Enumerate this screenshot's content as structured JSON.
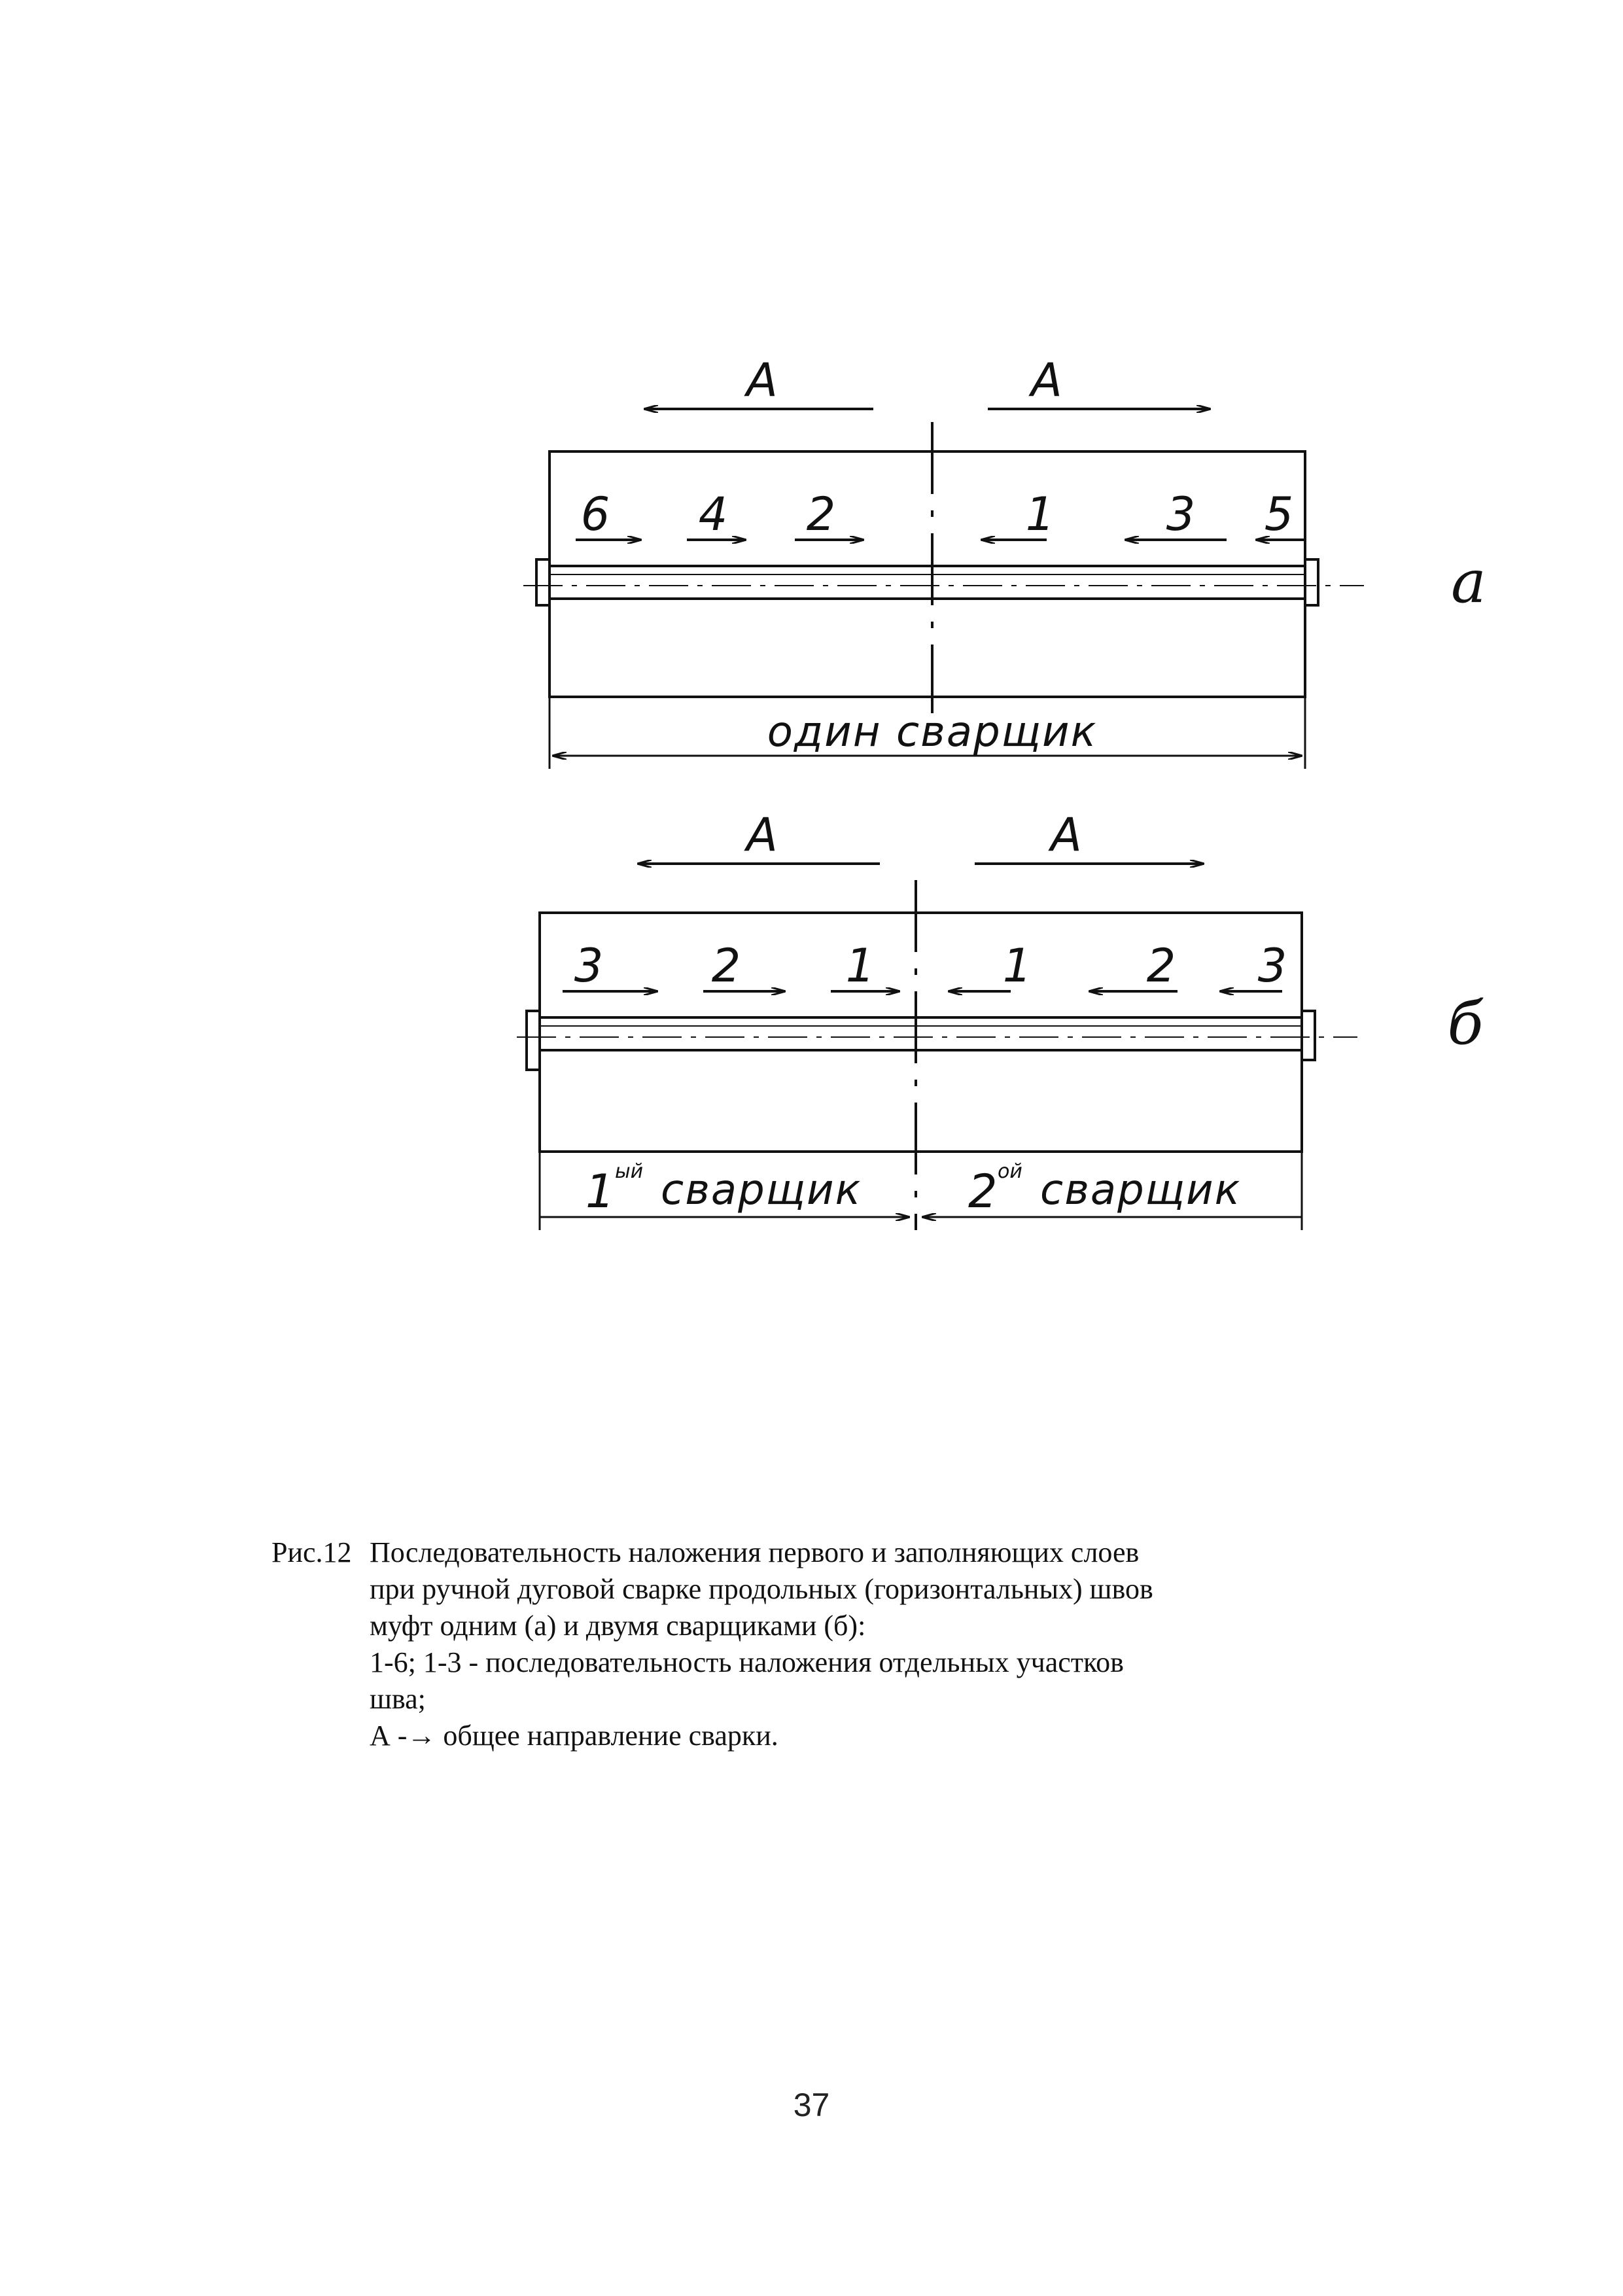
{
  "figure_a": {
    "direction_labels": [
      "A",
      "A"
    ],
    "seam_numbers": [
      "6",
      "4",
      "2",
      "1",
      "3",
      "5"
    ],
    "welder_label": "один сварщик",
    "tag": "а"
  },
  "figure_b": {
    "direction_labels": [
      "A",
      "A"
    ],
    "seam_numbers": [
      "3",
      "2",
      "1",
      "1",
      "2",
      "3"
    ],
    "welder1_label": "1ый сварщик",
    "welder1_num": "1",
    "welder1_sup": "ый",
    "welder1_text": "сварщик",
    "welder2_label": "2ой сварщик",
    "welder2_num": "2",
    "welder2_sup": "ой",
    "welder2_text": "сварщик",
    "tag": "б"
  },
  "caption": {
    "prefix": "Рис.12",
    "lines": [
      "Последовательность наложения первого и заполняющих слоев",
      "при ручной дуговой сварке продольных (горизонтальных) швов",
      "муфт одним (а) и двумя сварщиками (б):",
      "1-6; 1-3 -  последовательность наложения отдельных участков",
      "шва;",
      "А -→ общее направление сварки."
    ]
  },
  "page_number": "37"
}
